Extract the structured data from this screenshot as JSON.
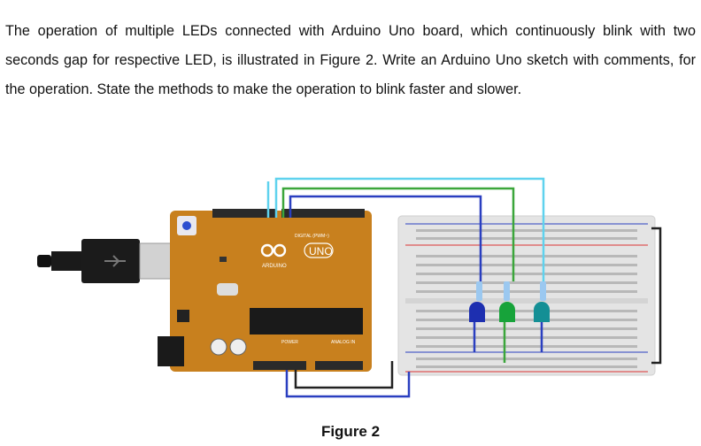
{
  "question": {
    "text": "The operation of multiple LEDs connected with Arduino Uno board, which continuously blink with two seconds gap for respective LED, is illustrated in Figure 2. Write an Arduino Uno sketch with comments, for the operation. State the methods to make the operation to blink faster and slower."
  },
  "figure": {
    "caption": "Figure 2",
    "board_labels": {
      "digital": "DIGITAL (PWM~)",
      "uno": "UNO",
      "arduino": "ARDUINO",
      "power": "POWER",
      "analog": "ANALOG IN"
    },
    "led_colors": [
      "#1d2fb0",
      "#17a33a",
      "#148f95"
    ],
    "wire_colors": {
      "cyan": "#5fd2ee",
      "green": "#3ba63b",
      "blue": "#2a3fc0",
      "black": "#222222",
      "power_red": "#d33"
    },
    "board_color": "#c8801e"
  }
}
